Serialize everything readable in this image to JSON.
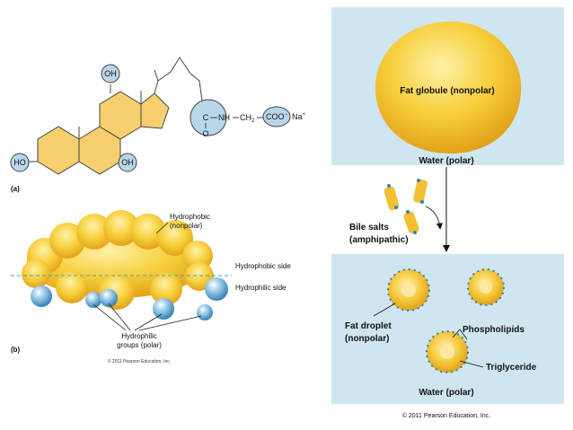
{
  "panel_a": {
    "tag": "(a)",
    "groups": {
      "oh_top": "OH",
      "ho_left": "HO",
      "oh_bottom": "OH",
      "amide_c": "C",
      "amide_o": "O",
      "amide_nh": "NH",
      "ch2": "CH",
      "ch2_sub": "2",
      "coo": "COO",
      "coo_sup": "−",
      "na": "Na",
      "na_sup": "+"
    }
  },
  "panel_b": {
    "tag": "(b)",
    "hydrophobic_label_1": "Hydrophobic",
    "hydrophobic_label_2": "(nonpolar)",
    "hydrophobic_side": "Hydrophobic side",
    "hydrophilic_side": "Hydrophilic side",
    "hydrophilic_groups_1": "Hydrophilic",
    "hydrophilic_groups_2": "groups (polar)",
    "credit": "© 2011 Pearson Education, Inc."
  },
  "right": {
    "fat_globule": "Fat globule (nonpolar)",
    "water_top": "Water (polar)",
    "bile_salts_1": "Bile salts",
    "bile_salts_2": "(amphipathic)",
    "fat_droplet_1": "Fat droplet",
    "fat_droplet_2": "(nonpolar)",
    "phospholipids": "Phospholipids",
    "triglyceride": "Triglyceride",
    "water_bottom": "Water (polar)"
  },
  "footer_credit": "© 2011 Pearson Education, Inc.",
  "colors": {
    "panel_bg": "#cfe6f1",
    "fat_yellow": "#f4c430",
    "ring_fill": "#f6cf6e",
    "blue_group": "#b7d6ea",
    "dashed_line": "#3ba4c9"
  }
}
